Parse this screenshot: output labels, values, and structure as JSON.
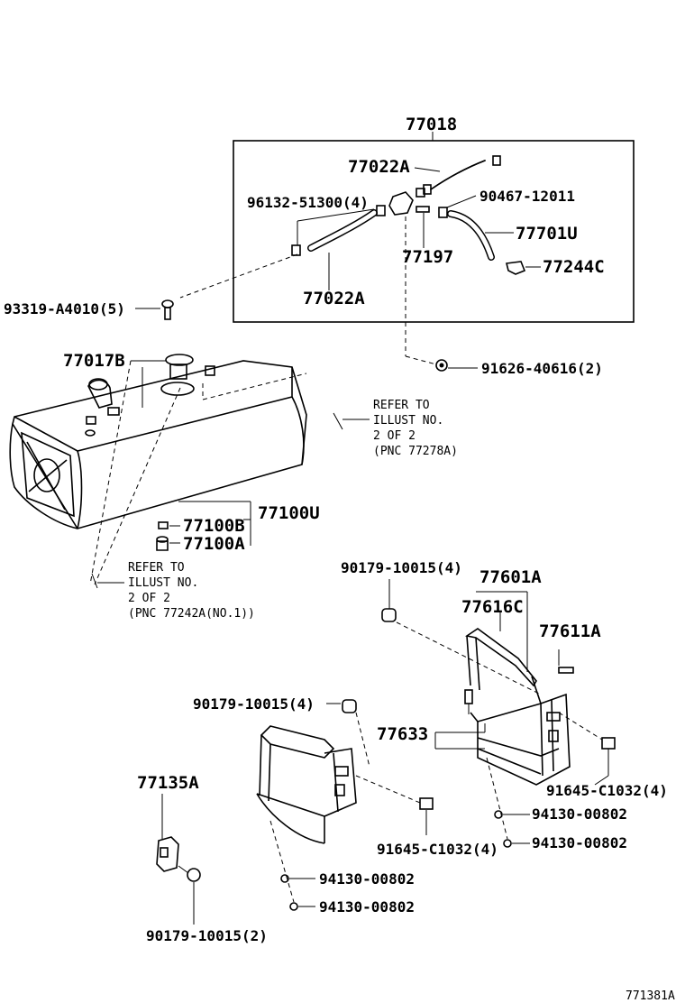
{
  "labels": {
    "l77018": "77018",
    "l77022a_top": "77022A",
    "l96132": "96132-51300(4)",
    "l90467": "90467-12011",
    "l77701u": "77701U",
    "l77197": "77197",
    "l77244c": "77244C",
    "l77022a_bot": "77022A",
    "l93319": "93319-A4010(5)",
    "l77017b": "77017B",
    "l91626": "91626-40616(2)",
    "ref1_line1": "REFER TO",
    "ref1_line2": "ILLUST NO.",
    "ref1_line3": "2 OF 2",
    "ref1_line4": "(PNC 77278A)",
    "l77100u": "77100U",
    "l77100b": "77100B",
    "l77100a": "77100A",
    "ref2_line1": "REFER TO",
    "ref2_line2": "ILLUST NO.",
    "ref2_line3": "2 OF 2",
    "ref2_line4": "(PNC 77242A(NO.1))",
    "l90179_top": "90179-10015(4)",
    "l77601a": "77601A",
    "l77616c": "77616C",
    "l77611a": "77611A",
    "l90179_mid": "90179-10015(4)",
    "l77633": "77633",
    "l91645_right": "91645-C1032(4)",
    "l94130_r1": "94130-00802",
    "l94130_r2": "94130-00802",
    "l91645_mid": "91645-C1032(4)",
    "l77135a": "77135A",
    "l94130_l1": "94130-00802",
    "l94130_l2": "94130-00802",
    "l90179_bot": "90179-10015(2)",
    "illustration_id": "771381A"
  }
}
